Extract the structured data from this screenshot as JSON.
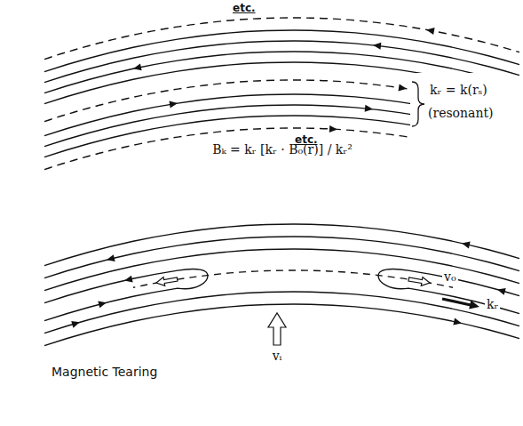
{
  "diagram": {
    "labels": [
      "etc.",
      "kᵣ = k(rₛ)",
      "(resonant)",
      "Bₖ = kᵣ [kᵣ · B₀(r)] / kᵣ²",
      "etc.",
      "v₀",
      "kᵣ",
      "vᵢ",
      "Magnetic Tearing"
    ]
  }
}
